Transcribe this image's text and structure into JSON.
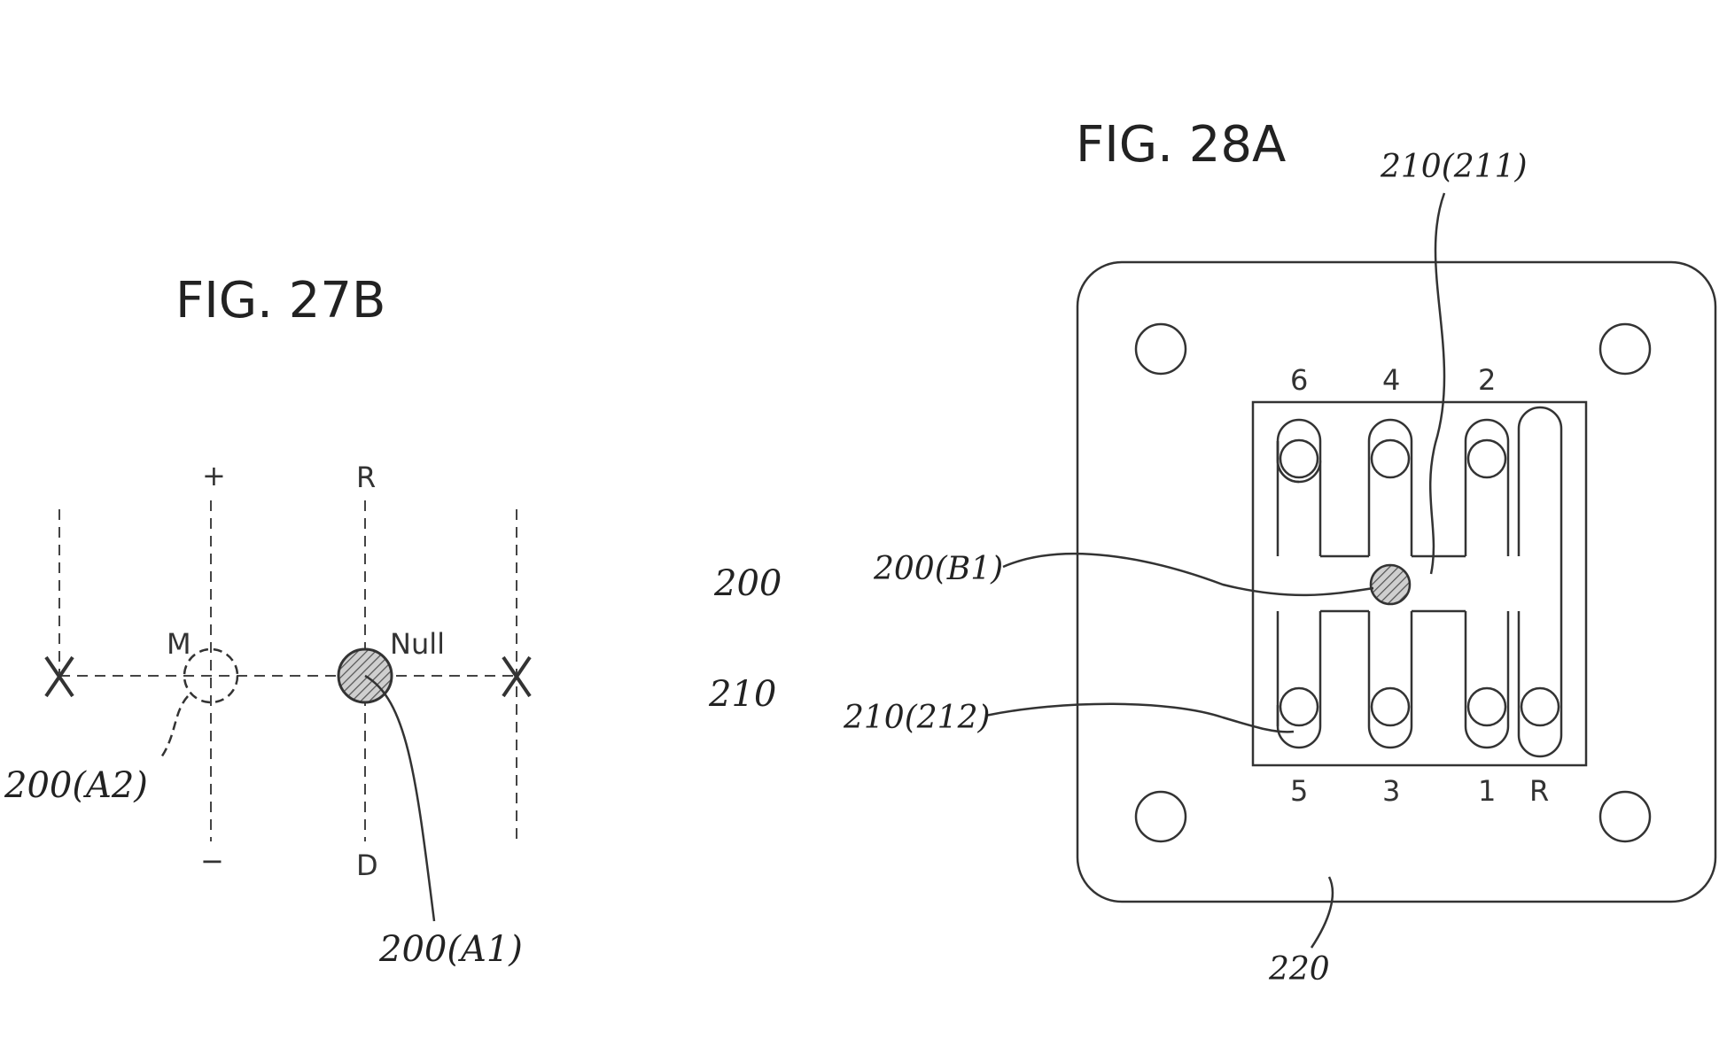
{
  "fig27b": {
    "title": "FIG. 27B",
    "labels": {
      "plus": "+",
      "minus": "−",
      "r": "R",
      "d": "D",
      "m": "M",
      "null": "Null",
      "x_left": "X",
      "x_right": "X"
    },
    "refs": {
      "a2": "200(A2)",
      "a1": "200(A1)"
    }
  },
  "fig28a": {
    "title": "FIG. 28A",
    "refs": {
      "r211": "210(211)",
      "b1": "200(B1)",
      "r212": "210(212)",
      "r220": "220"
    },
    "gear_top": [
      "6",
      "4",
      "2"
    ],
    "gear_bottom": [
      "5",
      "3",
      "1",
      "R"
    ]
  },
  "fragments": {
    "f200": "200",
    "f210": "210"
  },
  "colors": {
    "line": "#333333",
    "hatch": "#555555"
  }
}
